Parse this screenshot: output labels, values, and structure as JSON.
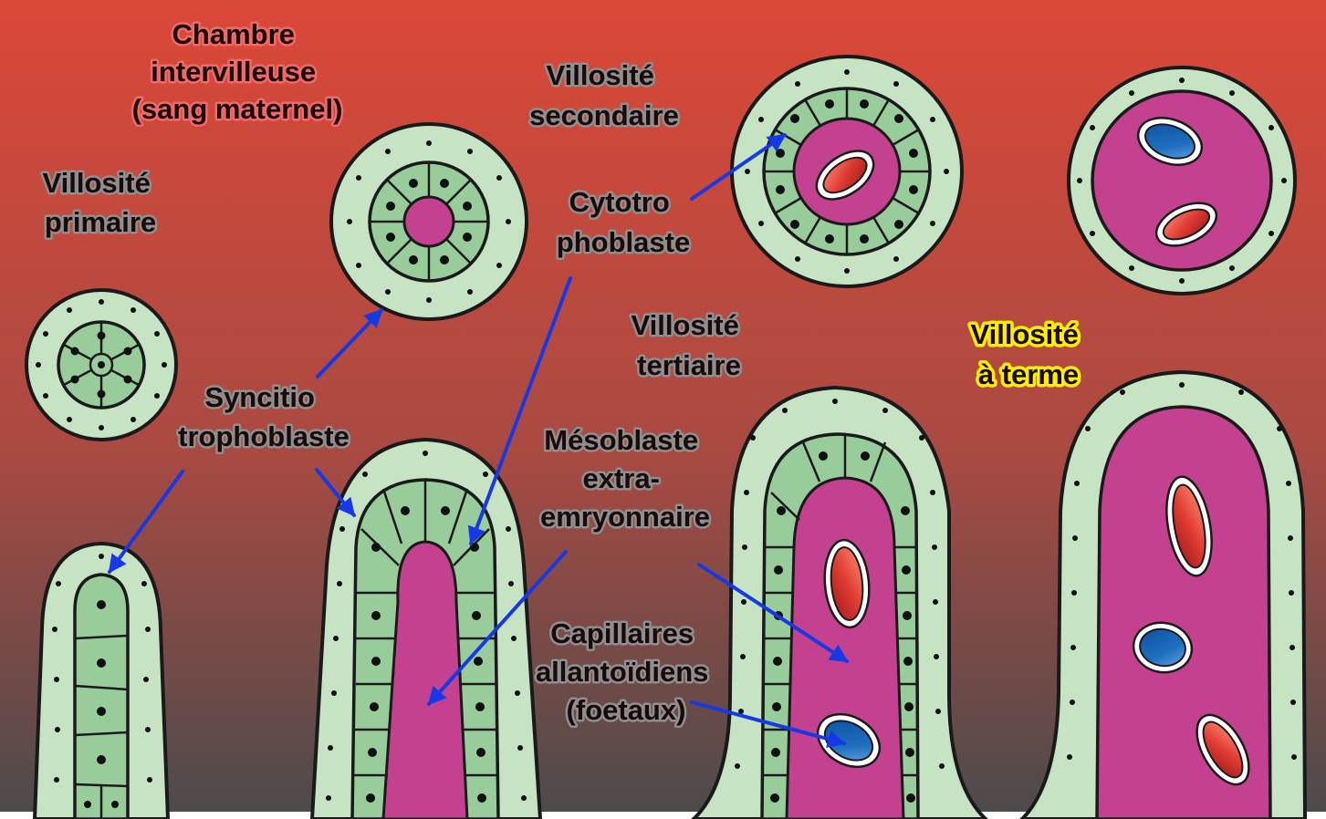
{
  "labels": {
    "chambre": [
      "Chambre",
      "intervilleuse",
      "(sang maternel)"
    ],
    "villosite_primaire": [
      "Villosité",
      "primaire"
    ],
    "villosite_secondaire": [
      "Villosité",
      "secondaire"
    ],
    "villosite_tertiaire": [
      "Villosité",
      "tertiaire"
    ],
    "villosite_terme": [
      "Villosité",
      "à terme"
    ],
    "cytotrophoblaste": [
      "Cytotro",
      "phoblaste"
    ],
    "syncitiotrophoblaste": [
      "Syncitio",
      "trophoblaste"
    ],
    "mesoblaste": [
      "Mésoblaste",
      "extra-",
      "emryonnaire"
    ],
    "capillaires": [
      "Capillaires",
      "allantoïdiens",
      "(foetaux)"
    ]
  },
  "colors": {
    "background_top": "#db4838",
    "background_bottom": "#4b4b4b",
    "syncytiotrophoblast": "#c6e3c4",
    "cytotrophoblast": "#99cc9b",
    "mesoblast": "#c3418f",
    "arterial_blood": "#e03c34",
    "venous_blood": "#1f6fbf",
    "arrow": "#1638e6",
    "outline": "#1a1a1a"
  }
}
